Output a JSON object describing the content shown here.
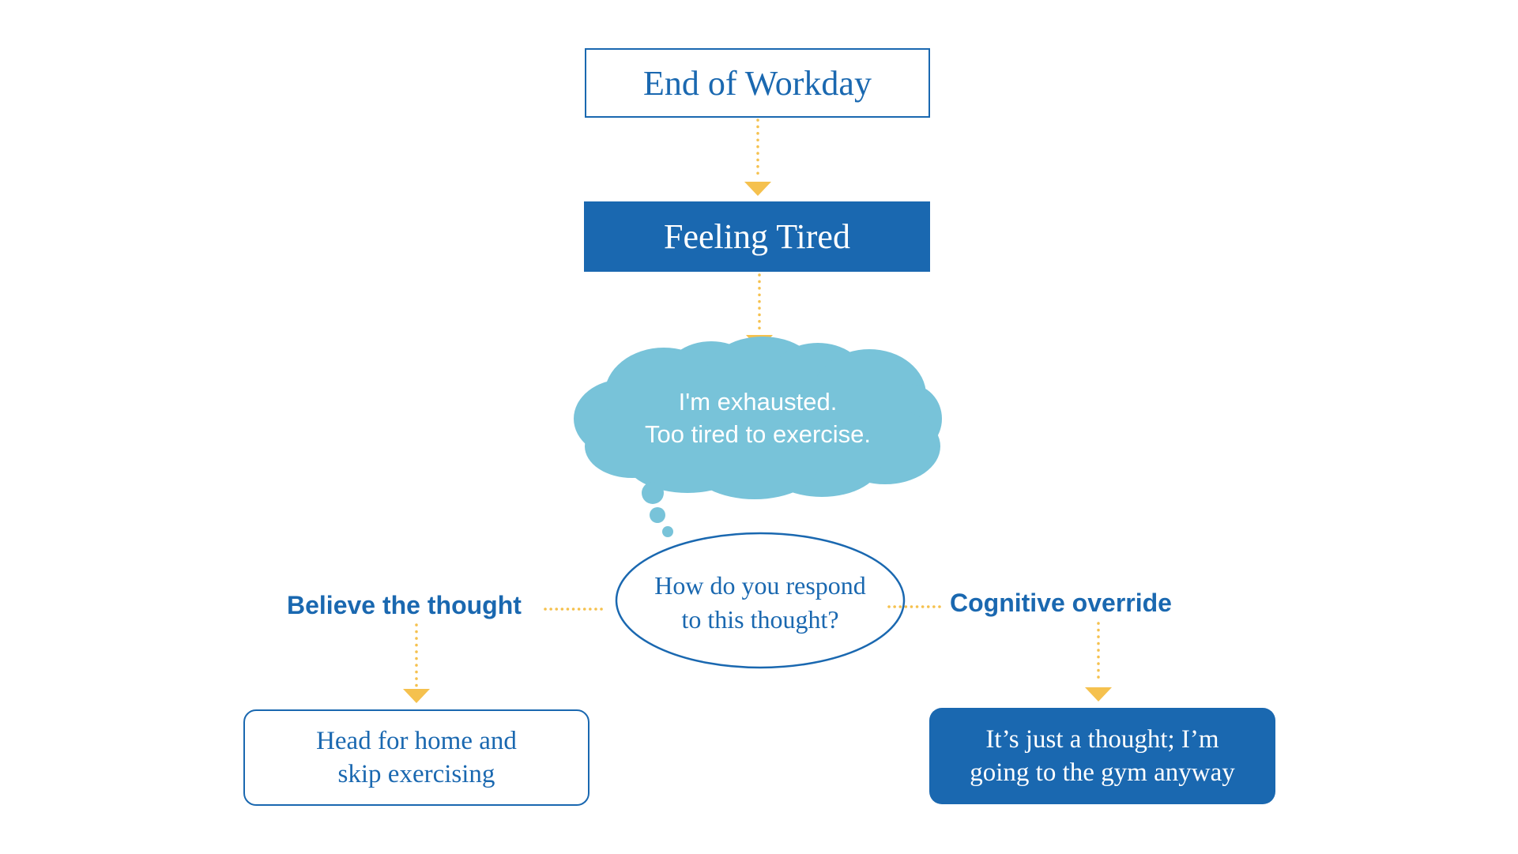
{
  "colors": {
    "primary_blue": "#1a68b0",
    "cloud_blue": "#78c3d9",
    "arrow_yellow": "#f5c14e",
    "background": "#ffffff"
  },
  "nodes": {
    "end_of_workday": "End of Workday",
    "feeling_tired": "Feeling Tired",
    "thought_line1": "I'm exhausted.",
    "thought_line2": "Too tired to exercise.",
    "question_line1": "How do you respond",
    "question_line2": "to this thought?",
    "left_branch_label": "Believe the thought",
    "right_branch_label": "Cognitive override",
    "left_outcome_line1": "Head for home and",
    "left_outcome_line2": "skip exercising",
    "right_outcome_line1": "It’s just a thought; I’m",
    "right_outcome_line2": "going to the gym anyway"
  },
  "edges": [
    {
      "from": "end_of_workday",
      "to": "feeling_tired",
      "style": "dotted-arrow"
    },
    {
      "from": "feeling_tired",
      "to": "thought",
      "style": "dotted-arrow"
    },
    {
      "from": "thought",
      "to": "question",
      "style": "thought-bubbles"
    },
    {
      "from": "question",
      "to": "left_branch_label",
      "style": "dotted-line"
    },
    {
      "from": "question",
      "to": "right_branch_label",
      "style": "dotted-line"
    },
    {
      "from": "left_branch_label",
      "to": "left_outcome",
      "style": "dotted-arrow"
    },
    {
      "from": "right_branch_label",
      "to": "right_outcome",
      "style": "dotted-arrow"
    }
  ]
}
